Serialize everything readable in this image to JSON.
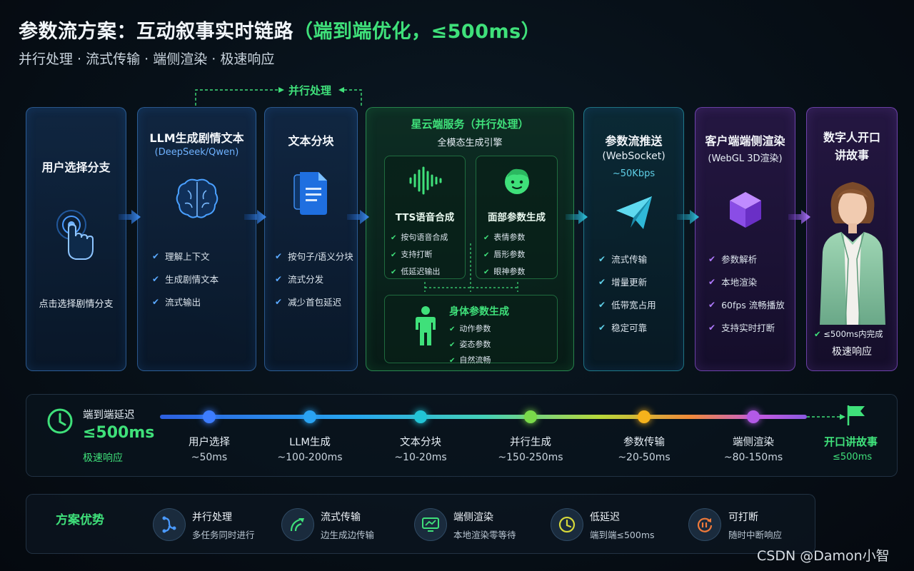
{
  "header": {
    "title_main": "参数流方案：互动叙事实时链路",
    "title_highlight": "（端到端优化，≤500ms）",
    "subtitle": "并行处理 · 流式传输 · 端侧渲染 · 极速响应"
  },
  "parallel_label": "并行处理",
  "cards": {
    "user_choice": {
      "title": "用户选择分支",
      "desc": "点击选择剧情分支",
      "icon": "hand-pointer-icon"
    },
    "llm": {
      "title": "LLM生成剧情文本",
      "sub": "(DeepSeek/Qwen)",
      "icon": "brain-icon",
      "bullets": [
        "理解上下文",
        "生成剧情文本",
        "流式输出"
      ]
    },
    "text_split": {
      "title": "文本分块",
      "icon": "document-icon",
      "bullets": [
        "按句子/语义分块",
        "流式分发",
        "减少首包延迟"
      ]
    },
    "cloud": {
      "title": "星云端服务（并行处理）",
      "sub": "全模态生成引擎",
      "tts": {
        "title": "TTS语音合成",
        "icon": "waveform-icon",
        "bullets": [
          "按句语音合成",
          "支持打断",
          "低延迟输出"
        ]
      },
      "face": {
        "title": "面部参数生成",
        "icon": "face-icon",
        "bullets": [
          "表情参数",
          "唇形参数",
          "眼神参数"
        ]
      },
      "body": {
        "title": "身体参数生成",
        "icon": "body-icon",
        "bullets": [
          "动作参数",
          "姿态参数",
          "自然流畅"
        ]
      }
    },
    "stream": {
      "title": "参数流推送",
      "sub": "(WebSocket)",
      "sub2": "~50Kbps",
      "icon": "paper-plane-icon",
      "bullets": [
        "流式传输",
        "增量更新",
        "低带宽占用",
        "稳定可靠"
      ]
    },
    "client": {
      "title": "客户端端侧渲染",
      "sub": "(WebGL 3D渲染)",
      "icon": "cube-icon",
      "bullets": [
        "参数解析",
        "本地渲染",
        "60fps 流畅播放",
        "支持实时打断"
      ]
    },
    "avatar": {
      "title_line1": "数字人开口",
      "title_line2": "讲故事",
      "badge": "≤500ms内完成",
      "badge2": "极速响应"
    }
  },
  "timeline": {
    "label": "端到端延迟",
    "value": "≤500ms",
    "note": "极速响应",
    "stages": [
      {
        "name": "用户选择",
        "time": "~50ms",
        "color": "#3d7dff"
      },
      {
        "name": "LLM生成",
        "time": "~100-200ms",
        "color": "#2aa3f2"
      },
      {
        "name": "文本分块",
        "time": "~10-20ms",
        "color": "#22c4d6"
      },
      {
        "name": "并行生成",
        "time": "~150-250ms",
        "color": "#7ad94a"
      },
      {
        "name": "参数传输",
        "time": "~20-50ms",
        "color": "#f5b21c"
      },
      {
        "name": "端侧渲染",
        "time": "~80-150ms",
        "color": "#b35ae6"
      }
    ],
    "end_name": "开口讲故事",
    "end_time": "≤500ms"
  },
  "advantages": {
    "title": "方案优势",
    "items": [
      {
        "name": "并行处理",
        "desc": "多任务同时进行",
        "icon": "parallel-icon"
      },
      {
        "name": "流式传输",
        "desc": "边生成边传输",
        "icon": "stream-icon"
      },
      {
        "name": "端侧渲染",
        "desc": "本地渲染零等待",
        "icon": "monitor-icon"
      },
      {
        "name": "低延迟",
        "desc": "端到端≤500ms",
        "icon": "clock-icon"
      },
      {
        "name": "可打断",
        "desc": "随时中断响应",
        "icon": "interrupt-icon"
      }
    ]
  },
  "watermark": "CSDN @Damon小智"
}
